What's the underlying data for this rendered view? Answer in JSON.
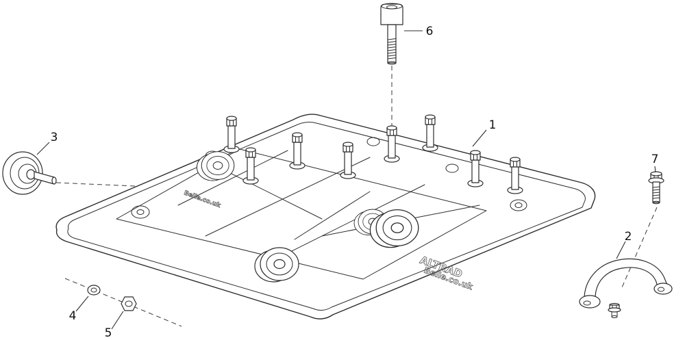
{
  "diagram": {
    "type": "exploded-parts-diagram",
    "background_color": "#ffffff",
    "line_color": "#2b2b2b",
    "branding": {
      "line1": "ALTRAD",
      "line2": "Belle.co.uk",
      "small": "Belle.co.uk"
    },
    "callouts": [
      {
        "number": "1"
      },
      {
        "number": "2"
      },
      {
        "number": "3"
      },
      {
        "number": "4"
      },
      {
        "number": "5"
      },
      {
        "number": "6"
      },
      {
        "number": "7"
      }
    ]
  }
}
